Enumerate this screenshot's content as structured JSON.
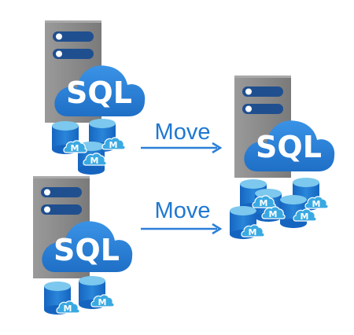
{
  "labels": {
    "cloud": "SQL",
    "db_badge": "M",
    "arrow_top": "Move",
    "arrow_bottom": "Move"
  },
  "colors": {
    "server_face": "#8c8c8c",
    "server_side": "#6d6d6d",
    "server_slot": "#1f5ea8",
    "cloud": "#2b7fd8",
    "db_top": "#6fc2ea",
    "db_body": "#1a73c8",
    "badge": "#32a8e0",
    "arrow": "#2b7fd8"
  },
  "icons": [
    "server-icon",
    "sql-cloud-icon",
    "database-icon",
    "managed-badge-icon",
    "right-arrow-icon"
  ]
}
